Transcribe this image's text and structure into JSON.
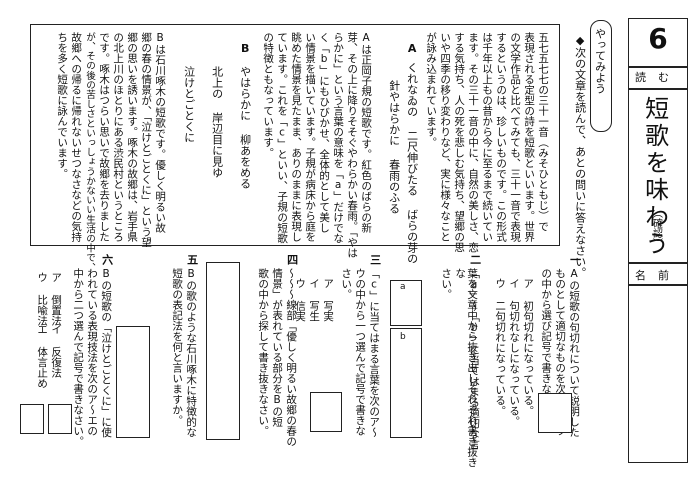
{
  "header": {
    "number": "6",
    "category": "読む",
    "title": "短歌を味わう",
    "subtitle": "（確認）",
    "name_label": "名前"
  },
  "instruction": {
    "badge": "やってみよう",
    "text": "◆次の文章を読んで、あとの問いに答えなさい。"
  },
  "passage": {
    "para1": [
      "五七五七七の三十一音（みそひともじ）で",
      "表現される定型の詩を短歌といいます。世界",
      "の文学作品と比べてみても、三十一音で表現",
      "するというのは、珍しいものです。この形式",
      "は千年以上もの昔から今に至るまで続いてい",
      "ます。その三十一音の中に、自然の美しさ、恋",
      "する気持ち、人の死を悲しむ気持ち、望郷の思",
      "いや四季の移り変わりなど、実に様々なこと",
      "が詠み込まれています。"
    ],
    "poemA_label": "A",
    "poemA_line1": "くれなゐの 二尺伸びたる ばらの芽の",
    "poemA_line2": "針やはらかに 春雨のふる",
    "explA": [
      "Aは正岡子規の短歌です。紅色のばらの新",
      "芽、その上に降りそそぐやわらかい春雨。「やは",
      "らかに」という言葉の意味を「a」だけでな",
      "く「b」にもひびかせ、全体的として美し",
      "い情景を描いています。子規が病床から庭を",
      "眺めた情景を見たまま、ありのままに表現し",
      "ています。これを「c」といい、子規の短歌",
      "の特徴ともなっています。"
    ],
    "poemB_label": "B",
    "poemB_line1": "やはらかに 柳あをめる",
    "poemB_line2": "北上の 岸辺目に見ゆ",
    "poemB_line3": "泣けとごとくに",
    "explB": [
      "Bは石川啄木の短歌です。優しく明るい故",
      "郷の春の情景が、「泣けとごとくに」という望",
      "郷の思いを誘います。啄木の故郷は、岩手県",
      "の北上川のほとりにある渋民村というところ",
      "です。啄木はつらい思いで故郷を去りました",
      "が、その後の苦しさといっしょうかないい生活の中で、",
      "故郷への帰るに帰れないせつなさなどの気持",
      "ちを多く短歌に詠んでいます。"
    ]
  },
  "questions": {
    "q1": {
      "num": "一",
      "text": [
        "Aの短歌の句切れについて説明した",
        "ものとして適切なものを次のア〜ウ",
        "の中から選び記号で書きなさい。"
      ],
      "options": [
        "ア 初句切れになっている。",
        "イ 句切れなしになっている。",
        "ウ 二句切れになっている。"
      ]
    },
    "q2": {
      "num": "二",
      "text": [
        "「a」〜「b」に当てはまる適切な言",
        "葉を文章中から抜き出しそれぞれ書き抜きな",
        "さい。"
      ],
      "label_a": "a",
      "label_b": "b"
    },
    "q3": {
      "num": "三",
      "text": [
        "「c」に当てはまる言葉を次のア〜",
        "ウの中から一つ選んで記号で書きな",
        "さい。"
      ],
      "options": [
        "ア 写実",
        "イ 写生",
        "ウ 信実"
      ]
    },
    "q4": {
      "num": "四",
      "text": [
        "〜〜〜線部「優しく明るい故郷の春の",
        "情景」が表れている部分をBの短",
        "歌の中から探して書き抜きなさい。"
      ]
    },
    "q5": {
      "num": "五",
      "text": [
        "Bの歌のような石川啄木に特徴的な",
        "短歌の表記法を何と言いますか。"
      ]
    },
    "q6": {
      "num": "六",
      "text": [
        "Bの短歌の「泣けとごとくに」に使",
        "われている表現技法を次のア〜エの",
        "中から二つ選んで記号で書きなさい。"
      ],
      "options": [
        "ア 倒置法",
        "イ 反復法",
        "ウ 比喩法",
        "エ 体言止め"
      ]
    }
  }
}
